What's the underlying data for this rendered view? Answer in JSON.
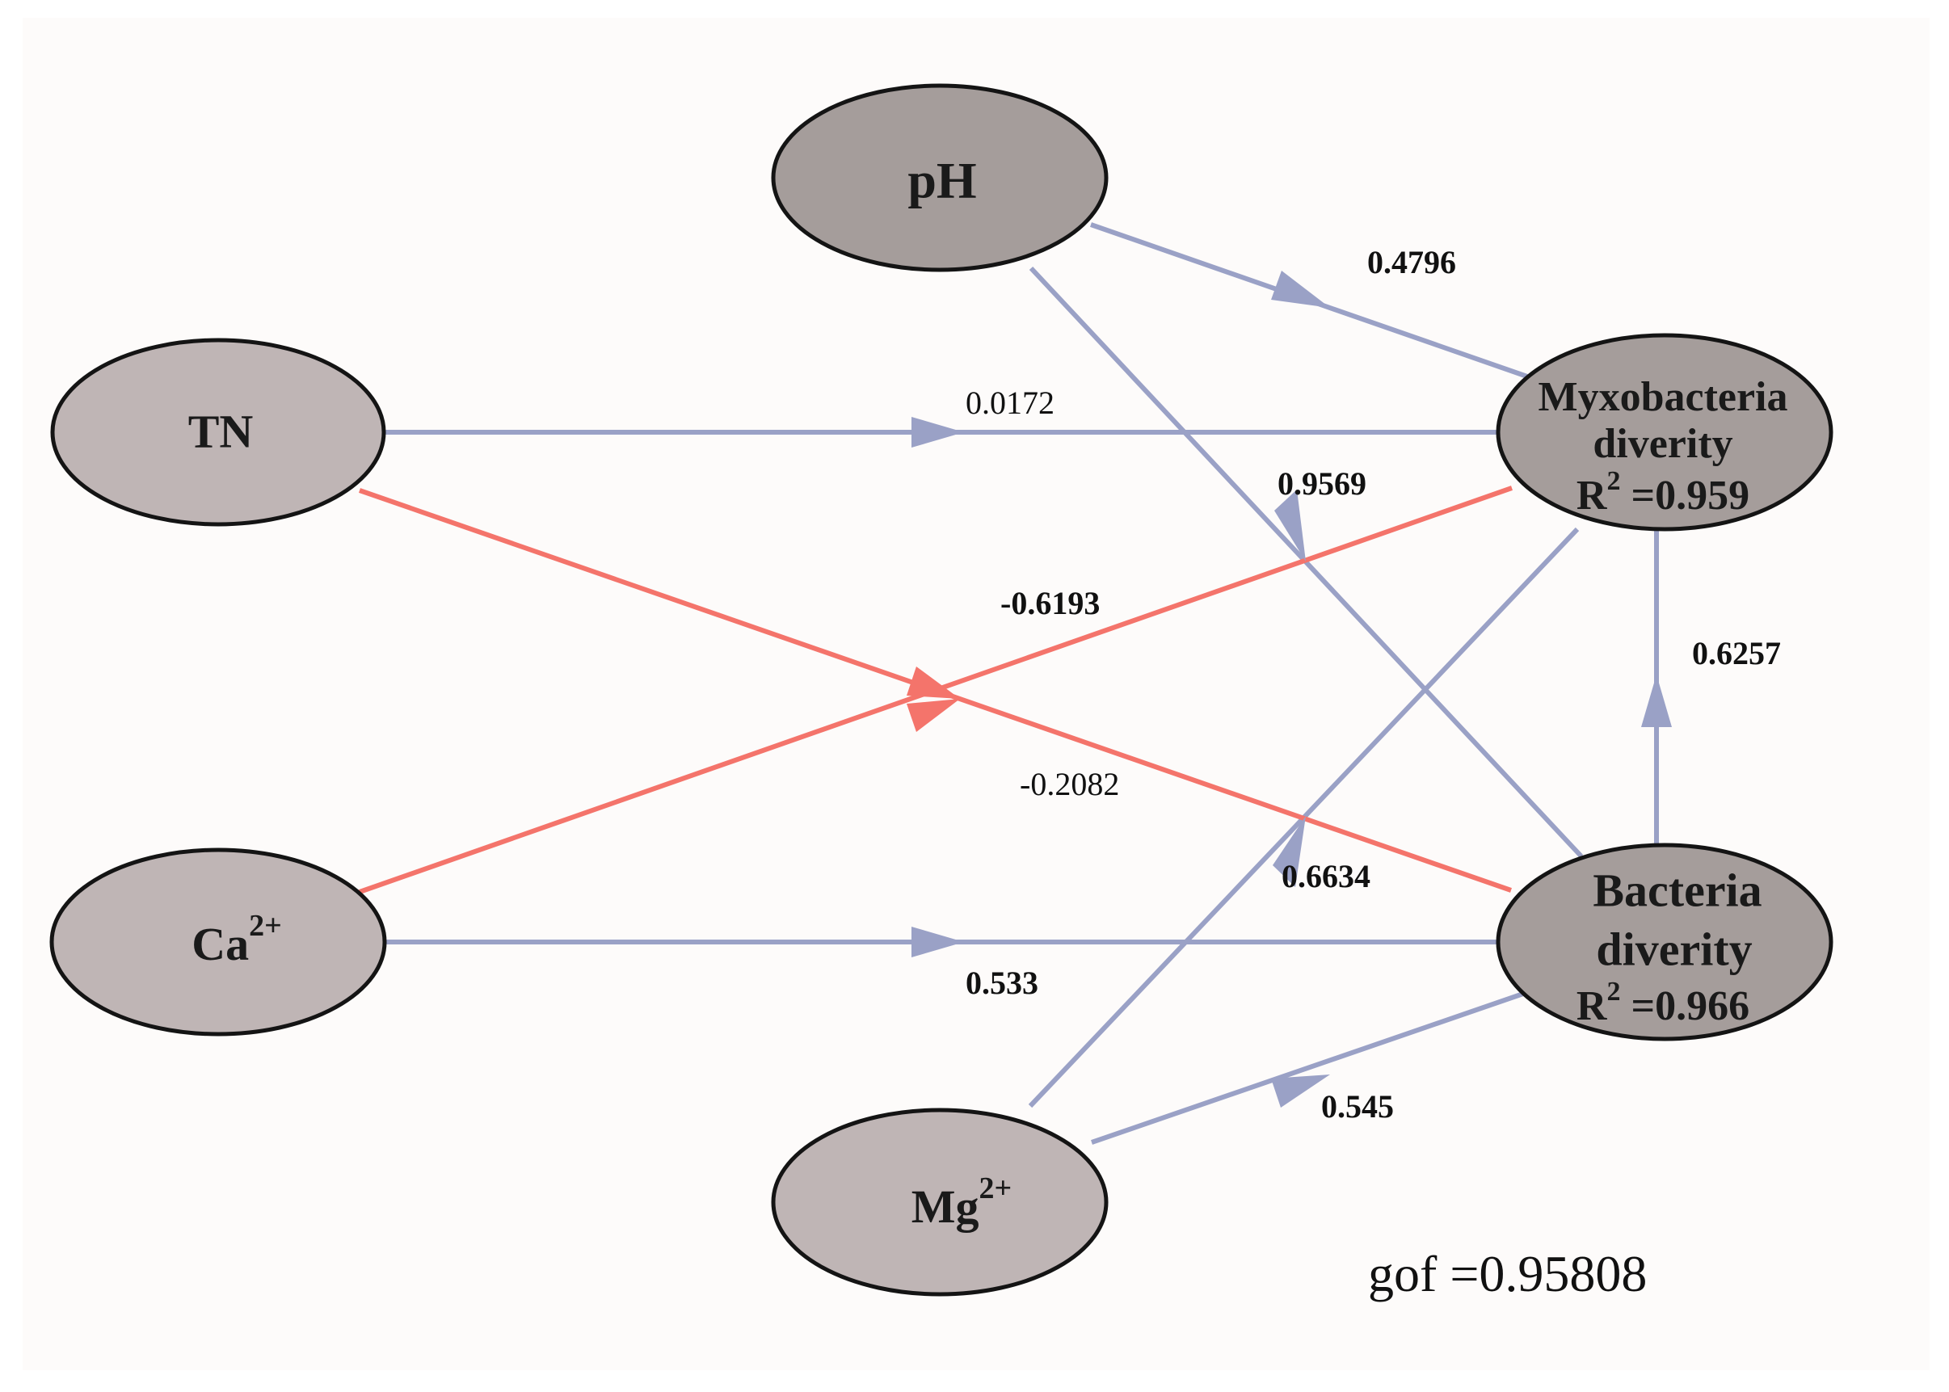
{
  "colors": {
    "positive_edge": "#9aa1c6",
    "negative_edge": "#f4746b",
    "node_fill_light": "#bfb5b5",
    "node_fill_dark": "#a59d9b",
    "node_stroke": "#141414",
    "background": "#fdfbfa"
  },
  "nodes": {
    "ph": {
      "label": "pH"
    },
    "tn": {
      "label": "TN"
    },
    "ca": {
      "label": "Ca",
      "sup": "2+"
    },
    "mg": {
      "label": "Mg",
      "sup": "2+"
    },
    "myxo": {
      "line1": "Myxobacteria",
      "line2": "diverity",
      "r2_prefix": "R",
      "r2_sup": "2",
      "r2_value": " =0.959"
    },
    "bact": {
      "line1": "Bacteria",
      "line2": "diverity",
      "r2_prefix": "R",
      "r2_sup": "2",
      "r2_value": " =0.966"
    }
  },
  "edges": {
    "ph_myxo": {
      "value": "0.4796",
      "sign": "positive"
    },
    "ph_bact": {
      "value": "0.9569",
      "sign": "positive"
    },
    "tn_myxo": {
      "value": "0.0172",
      "sign": "positive"
    },
    "tn_bact": {
      "value": "-0.2082",
      "sign": "negative"
    },
    "ca_myxo": {
      "value": "-0.6193",
      "sign": "negative"
    },
    "ca_bact": {
      "value": "0.533",
      "sign": "positive"
    },
    "mg_myxo": {
      "value": "0.6634",
      "sign": "positive"
    },
    "mg_bact": {
      "value": "0.545",
      "sign": "positive"
    },
    "bact_myxo": {
      "value": "0.6257",
      "sign": "positive"
    }
  },
  "gof": "gof =0.95808"
}
